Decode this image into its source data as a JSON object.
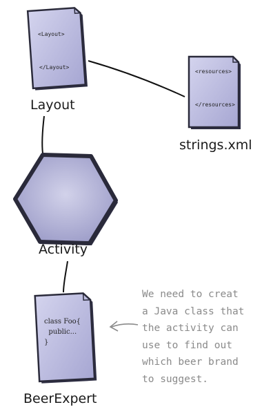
{
  "nodes": {
    "layout": {
      "label": "Layout",
      "doc_lines": [
        "<Layout>",
        "</Layout>"
      ]
    },
    "strings": {
      "label": "strings.xml",
      "doc_lines": [
        "<resources>",
        "</resources>"
      ]
    },
    "activity": {
      "label": "Activity"
    },
    "beer_expert": {
      "label": "BeerExpert",
      "code_lines": [
        "class Foo{",
        "  public...",
        "}"
      ]
    }
  },
  "annotation": {
    "lines": [
      "We need to creat",
      "a Java class that",
      "the activity can",
      "use to find out",
      "which beer brand",
      "to suggest."
    ]
  },
  "colors": {
    "doc_fill": "#b9b9dd",
    "doc_edge": "#2a2a3a",
    "connector": "#111111",
    "annotation": "#8a8a8a"
  }
}
